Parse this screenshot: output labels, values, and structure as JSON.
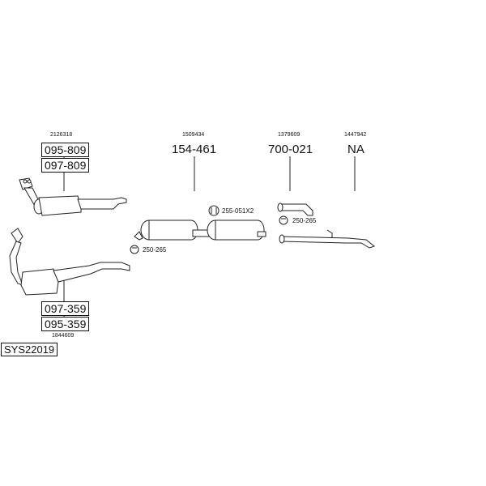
{
  "diagram": {
    "system_code": "SYS22019",
    "groups": [
      {
        "ref": "2126318",
        "parts": [
          "095-809",
          "097-809"
        ]
      },
      {
        "ref": "1844609",
        "parts": [
          "097-359",
          "095-359"
        ]
      },
      {
        "ref": "1509434",
        "part": "154-461"
      },
      {
        "ref": "1379609",
        "part": "700-021"
      },
      {
        "ref": "1447942",
        "part": "NA"
      }
    ],
    "clamps": [
      "255-051X2",
      "250-265",
      "250-265"
    ]
  }
}
